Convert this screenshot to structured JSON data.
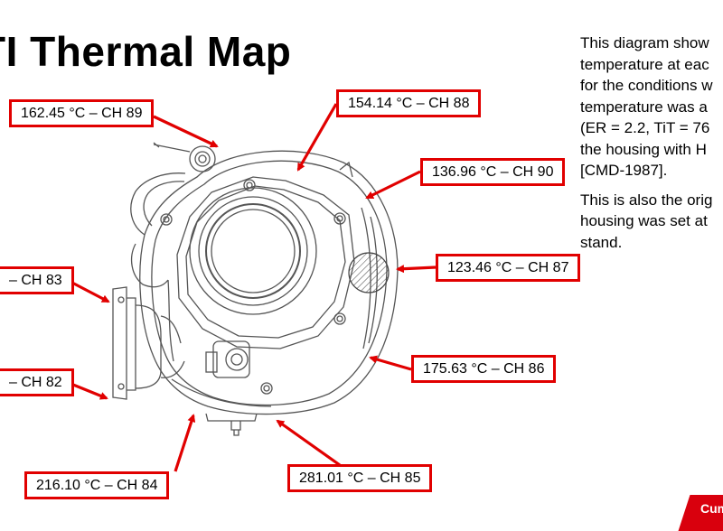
{
  "title": "TI Thermal Map",
  "description": {
    "paragraph1": [
      "This diagram show",
      "temperature at eac",
      "for the conditions w",
      "temperature was a",
      "(ER = 2.2, TiT = 76",
      "the housing with H",
      "[CMD-1987]."
    ],
    "paragraph2": [
      "This is also the orig",
      "housing was set at",
      "stand."
    ]
  },
  "labels": [
    {
      "id": "ch89",
      "text": "162.45 °C – CH 89"
    },
    {
      "id": "ch88",
      "text": "154.14 °C – CH 88"
    },
    {
      "id": "ch90",
      "text": "136.96 °C – CH 90"
    },
    {
      "id": "ch87",
      "text": "123.46 °C – CH 87"
    },
    {
      "id": "ch83",
      "text": "– CH 83"
    },
    {
      "id": "ch82",
      "text": "– CH 82"
    },
    {
      "id": "ch86",
      "text": "175.63 °C – CH 86"
    },
    {
      "id": "ch84",
      "text": "216.10 °C – CH 84"
    },
    {
      "id": "ch85",
      "text": "281.01 °C – CH 85"
    }
  ],
  "logo": {
    "text": "Cum",
    "color": "#d9000d"
  },
  "colors": {
    "callout": "#e10000",
    "drawing_line": "#555555"
  }
}
